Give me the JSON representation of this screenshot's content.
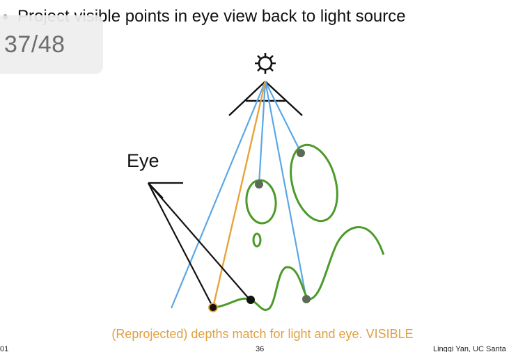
{
  "slide": {
    "bullet_text": "Project visible points in eye view back to light source",
    "page_indicator": "37/48",
    "eye_label": "Eye",
    "caption": "(Reprojected) depths match for light and eye.  VISIBLE",
    "footer_left": "01",
    "footer_center": "36",
    "footer_right": "Lingqi Yan, UC Santa"
  },
  "colors": {
    "light_ray": "#5aa7e6",
    "highlight_ray": "#e8a33a",
    "scene_object": "#4c9a2a",
    "eye_ray": "#111111",
    "caption": "#e0a040"
  },
  "icons": {
    "light": "sun-icon"
  }
}
